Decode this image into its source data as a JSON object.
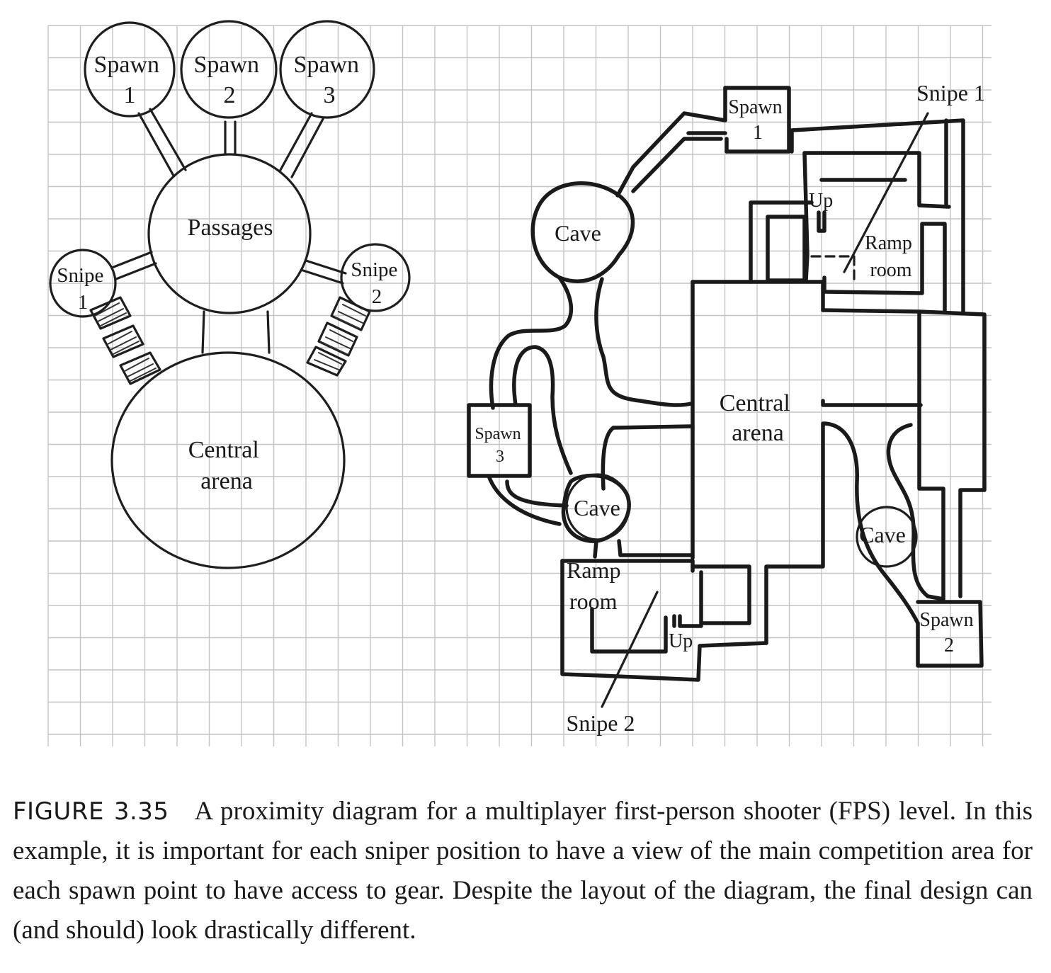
{
  "left_diagram": {
    "spawn1": [
      "Spawn",
      "1"
    ],
    "spawn2": [
      "Spawn",
      "2"
    ],
    "spawn3": [
      "Spawn",
      "3"
    ],
    "passages": "Passages",
    "snipe1": [
      "Snipe",
      "1"
    ],
    "snipe2": [
      "Snipe",
      "2"
    ],
    "central_arena": [
      "Central",
      "arena"
    ]
  },
  "right_diagram": {
    "spawn1": [
      "Spawn",
      "1"
    ],
    "snipe1": "Snipe 1",
    "cave_top": "Cave",
    "up_top": "Up",
    "ramp_room_top": [
      "Ramp",
      "room"
    ],
    "central_arena": [
      "Central",
      "arena"
    ],
    "spawn3": [
      "Spawn",
      "3"
    ],
    "cave_mid": "Cave",
    "cave_right": "Cave",
    "ramp_room_bottom": [
      "Ramp",
      "room"
    ],
    "up_bottom": "Up",
    "spawn2": [
      "Spawn",
      "2"
    ],
    "snipe2": "Snipe 2"
  },
  "caption": {
    "figure_number": "FIGURE 3.35",
    "text": "A proximity diagram for a multiplayer first-person shooter (FPS) level. In this example, it is important for each sniper position to have a view of the main competition area for each spawn point to have access to gear. Despite the layout of the diagram, the final design can (and should) look drastically different."
  }
}
